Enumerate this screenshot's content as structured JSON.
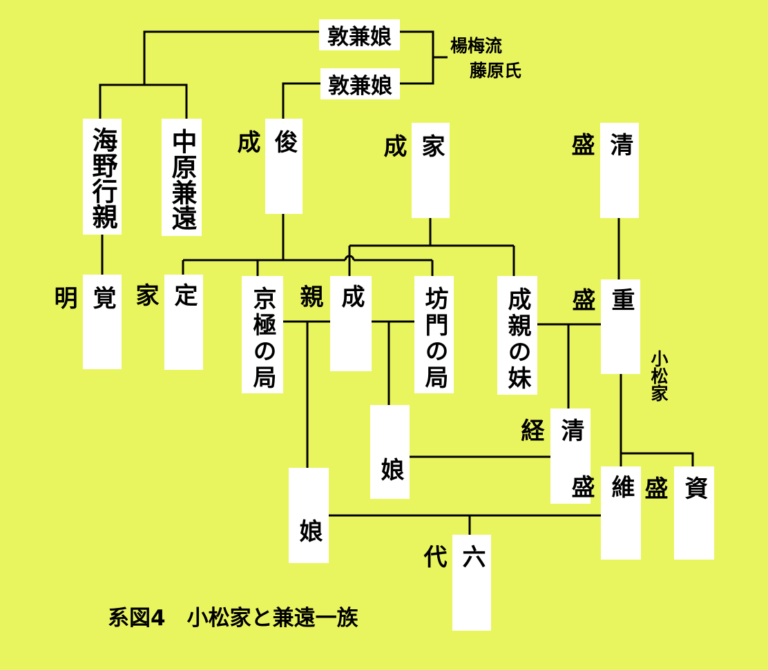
{
  "caption": "系図4　小松家と兼遠一族",
  "clan_label": "楊梅流\n藤原氏",
  "clan_line1": "楊梅流",
  "clan_line2": "藤原氏",
  "komatsu_label": "小松家",
  "nodes": {
    "atsukane_musume_1": "敦兼娘",
    "atsukane_musume_2": "敦兼娘",
    "unno_yukichika": "海野行親",
    "nakahara_kanetoo": "中原兼遠",
    "toshinari": "俊成",
    "ienari": "家成",
    "kiyomori": "清盛",
    "kakumyo": "覚明",
    "sadaie": "定家",
    "kyogoku_no_tsubone": "京極の局",
    "narichika": "成親",
    "bomon_no_tsubone": "坊門の局",
    "narichika_no_imouto": "成親の妹",
    "shigemori": "重盛",
    "musume_1": "娘",
    "kiyotsune": "清経",
    "musume_2": "娘",
    "koremori": "維盛",
    "sukemori": "資盛",
    "rokudai": "六代"
  }
}
